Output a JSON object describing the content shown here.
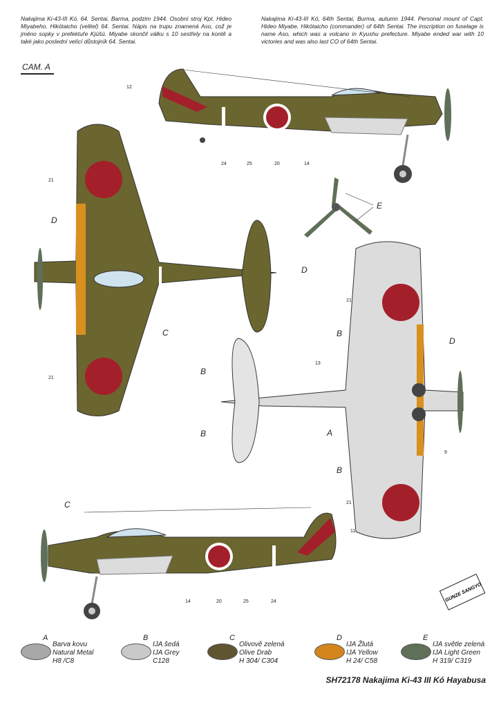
{
  "description_cz": "Nakajima Ki-43-III Kó, 64. Sentai, Barma, podzim 1944. Osobní stroj Kpt. Hideo Miyabeho, Hikótaicho (velitel) 64. Sentai. Nápis na trupu znamená Aso, což je jméno sopky v prefektuře Kjúšú. Miyabe skončil válku s 10 sestřely na kontě a také jako poslední velící důstojník 64. Sentai.",
  "description_en": "Nakajima Ki-43-III Kó, 64th Sentai, Burma, autumn 1944. Personal mount of Capt. Hideo Miyabe, Hikótaicho (commander) of 64th Sentai. The inscription on fuselage is name Aso, which was a volcano in Kyushu prefecture. Miyabe ended war with 10 victories and was also last CO of 64th Sentai.",
  "camouflage_label": "CAM. A",
  "callouts": {
    "c12": "12",
    "c24a": "24",
    "c25a": "25",
    "c20a": "20",
    "c14a": "14",
    "c21a": "21",
    "dA": "D",
    "cC": "C",
    "c21b": "21",
    "eE": "E",
    "dB": "D",
    "c21c": "21",
    "bA": "B",
    "dC": "D",
    "c13": "13",
    "bB": "B",
    "bC": "B",
    "aA": "A",
    "c9": "9",
    "bD": "B",
    "c21d": "21",
    "cC2": "C",
    "c11": "11",
    "c14b": "14",
    "c20b": "20",
    "c25b": "25",
    "c24b": "24"
  },
  "legend": [
    {
      "letter": "A",
      "lines": [
        "Barva kovu",
        "Natural Metal",
        "H8 /C8"
      ],
      "color": "#a8a8a8"
    },
    {
      "letter": "B",
      "lines": [
        "IJA šedá",
        "IJA Grey",
        "C128"
      ],
      "color": "#c9c9c9"
    },
    {
      "letter": "C",
      "lines": [
        "Olivově zelená",
        "Olive Drab",
        "H 304/ C304"
      ],
      "color": "#5f5530"
    },
    {
      "letter": "D",
      "lines": [
        "IJA Žlutá",
        "IJA Yellow",
        "H 24/ C58"
      ],
      "color": "#d4861c"
    },
    {
      "letter": "E",
      "lines": [
        "IJA světle zelená",
        "IJA Light Green",
        "H 319/ C319"
      ],
      "color": "#5f6f58"
    }
  ],
  "logo": "GUNZE SANGYO",
  "title": "SH72178 Nakajima Ki-43 III Kó Hayabusa",
  "colors": {
    "olive": "#6b6530",
    "hinomaru": "#a3202a",
    "metal": "#dcdcdc",
    "yellow": "#d8901e",
    "green": "#5f6f58"
  }
}
